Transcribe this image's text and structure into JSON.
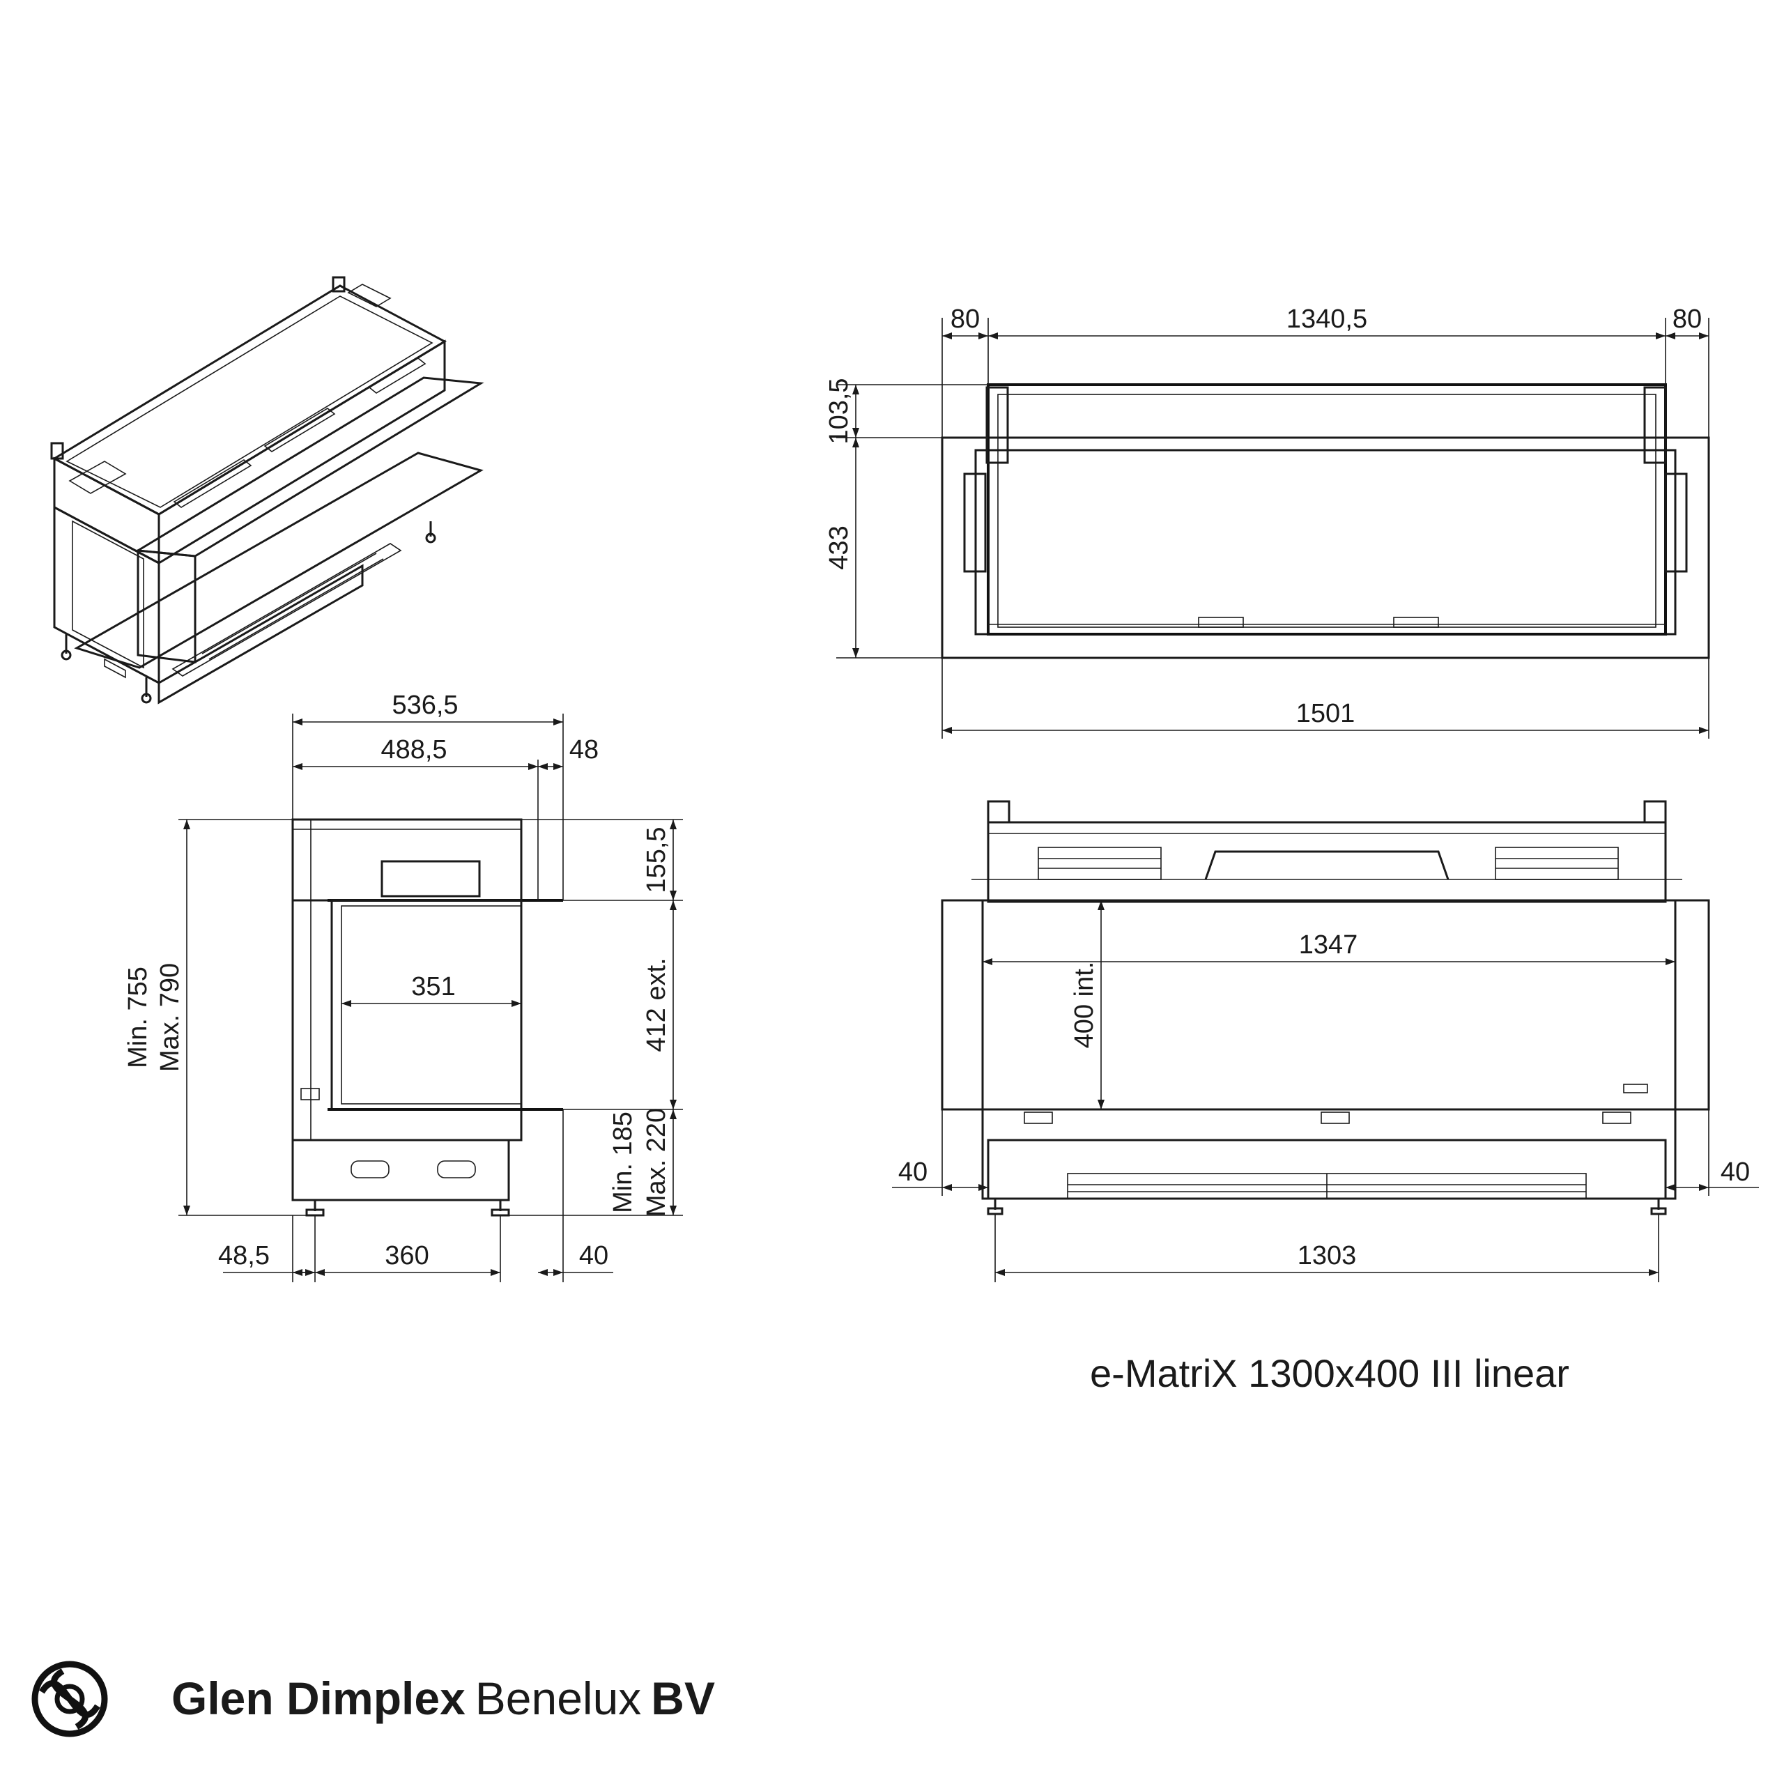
{
  "dimensions": {
    "top_left_80": "80",
    "top_width_1340_5": "1340,5",
    "top_right_80": "80",
    "top_height_103_5": "103,5",
    "top_height_433": "433",
    "top_total_1501": "1501",
    "side_depth_536_5": "536,5",
    "side_depth_488_5": "488,5",
    "side_flange_48": "48",
    "side_height": [
      "Min. 755",
      "Max. 790"
    ],
    "side_upper_155_5": "155,5",
    "side_inner_351": "351",
    "side_glass_412": "412 ext.",
    "side_base": [
      "Min. 185",
      "Max. 220"
    ],
    "side_bottom_48_5": "48,5",
    "side_bottom_360": "360",
    "side_bottom_40": "40",
    "front_width_1347": "1347",
    "front_height_400": "400 int.",
    "front_left_40": "40",
    "front_right_40": "40",
    "front_base_1303": "1303"
  },
  "product_title": "e-MatriX 1300x400 III linear",
  "brand": {
    "part1": "Glen Dimplex",
    "part2": "Benelux",
    "part3": "BV"
  },
  "icons": {
    "logo": "celtic-knot-logo-icon"
  }
}
